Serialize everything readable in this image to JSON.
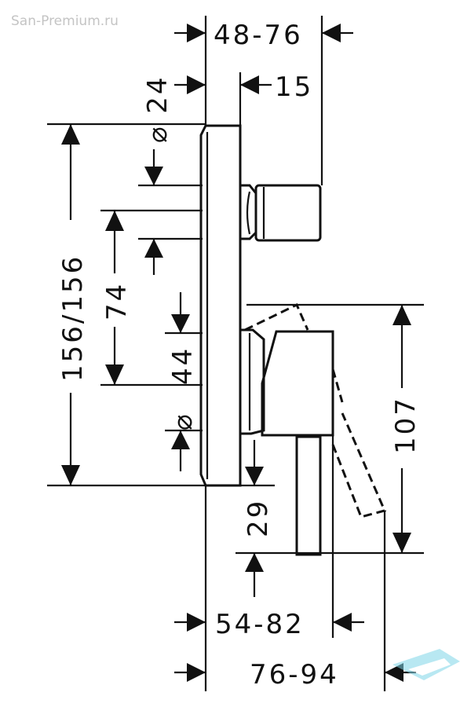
{
  "watermark": "San-Premium.ru",
  "dimensions": {
    "top_width": "48-76",
    "top_small": "15",
    "diameter_top": "⌀ 24",
    "left_height": "156/156",
    "left_mid": "74",
    "left_small": "44",
    "diameter_bottom": "⌀",
    "right_height": "107",
    "bottom_gap": "29",
    "bottom_width_1": "54-82",
    "bottom_width_2": "76-94"
  },
  "colors": {
    "ink": "#111111",
    "watermark": "#c4c4c4",
    "logo": "#7fd6e8"
  }
}
